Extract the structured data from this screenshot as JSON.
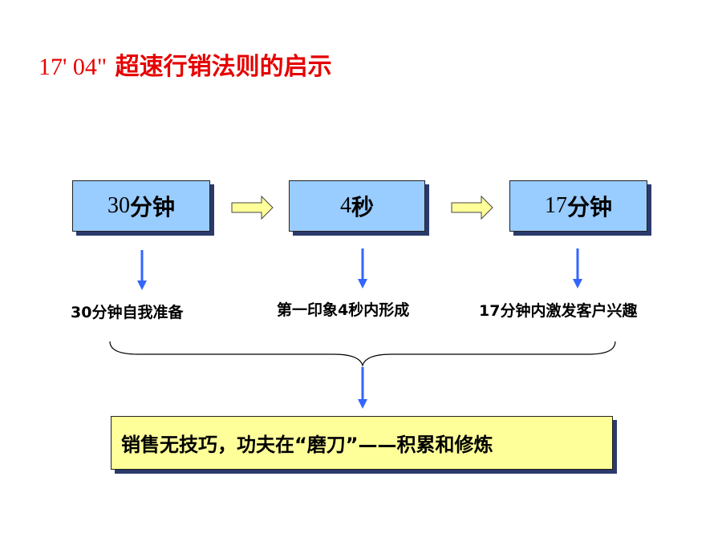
{
  "title": {
    "time": "17' 04\"",
    "text": "超速行销法则的启示"
  },
  "boxes": [
    {
      "num": "30",
      "unit": "分钟"
    },
    {
      "num": "4 ",
      "unit": "秒"
    },
    {
      "num": "17",
      "unit": "分钟"
    }
  ],
  "labels": [
    "30分钟自我准备",
    "第一印象4秒内形成",
    "17分钟内激发客户兴趣"
  ],
  "conclusion": "销售无技巧，功夫在“磨刀”——积累和修炼",
  "colors": {
    "title": "#e60000",
    "box_fill": "#99ccff",
    "conclusion_fill": "#ffff99",
    "right_arrow_fill": "#ffff99",
    "down_arrow": "#3366ff",
    "shadow": "#2b3a6b"
  }
}
